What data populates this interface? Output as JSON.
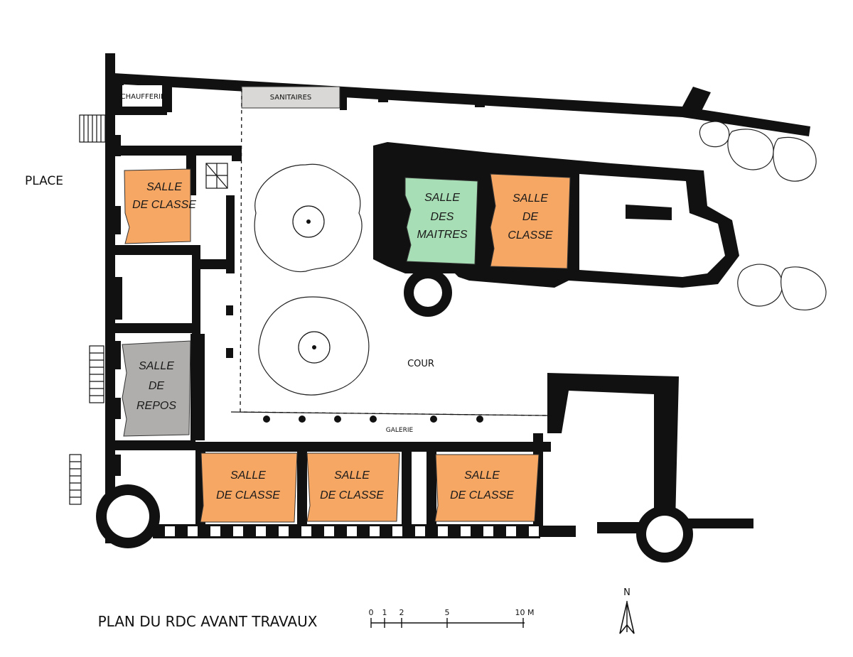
{
  "colors": {
    "classroom": "#F6A764",
    "teachers": "#A8DEB5",
    "rest": "#AFAEAD",
    "sanitaires": "#D9D8D6",
    "wall": "#111111"
  },
  "labels": {
    "place": "PLACE",
    "chaufferie": "CHAUFFERIE",
    "sanitaires": "SANITAIRES",
    "cour": "COUR",
    "galerie": "GALERIE",
    "north": "N",
    "title": "PLAN DU RDC AVANT TRAVAUX"
  },
  "rooms": {
    "classe_west": [
      "SALLE",
      "DE CLASSE"
    ],
    "maitres": [
      "SALLE",
      "DES",
      "MAITRES"
    ],
    "classe_east": [
      "SALLE",
      "DE",
      "CLASSE"
    ],
    "repos": [
      "SALLE",
      "DE",
      "REPOS"
    ],
    "classe_south_1": [
      "SALLE",
      "DE CLASSE"
    ],
    "classe_south_2": [
      "SALLE",
      "DE CLASSE"
    ],
    "classe_south_3": [
      "SALLE",
      "DE CLASSE"
    ]
  },
  "scale_bar": {
    "ticks": [
      "0",
      "1",
      "2",
      "5",
      "10 M"
    ]
  }
}
